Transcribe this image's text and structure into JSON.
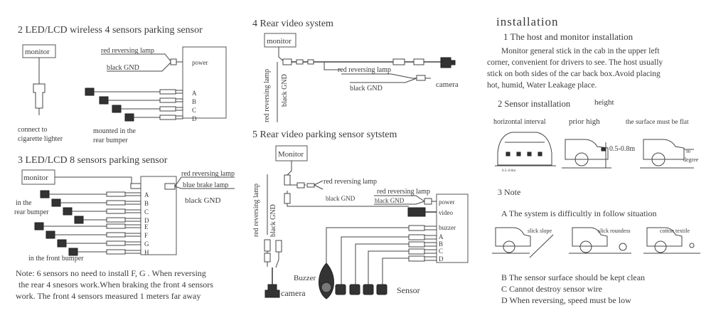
{
  "s2": {
    "title": "2 LED/LCD wireless 4 sensors parking sensor",
    "monitor": "monitor",
    "red_lamp": "red reversing lamp",
    "black_gnd": "black GND",
    "power": "power",
    "ports": [
      "A",
      "B",
      "C",
      "D"
    ],
    "connect_to": "connect to",
    "cigarette": "cigarette lighter",
    "mounted": "mounted in the",
    "rear_bumper": "rear bumper"
  },
  "s3": {
    "title": "3 LED/LCD 8 sensors parking sensor",
    "monitor": "monitor",
    "red_lamp": "red reversing lamp",
    "blue_brake": "blue brake lamp",
    "black_gnd": "black GND",
    "ports": [
      "A",
      "B",
      "C",
      "D",
      "E",
      "F",
      "G",
      "H"
    ],
    "in_the": "in the",
    "rear_bumper": "rear bumper",
    "front_bumper": "in the front bumper"
  },
  "note": {
    "line1": "Note: 6 sensors no need to install F, G . When reversing",
    "line2": "the rear 4 snesors work.When braking the front 4 sensors",
    "line3": "work. The front 4 sensors measured 1 meters far away"
  },
  "s4": {
    "title": "4 Rear video system",
    "monitor": "monitor",
    "red_lamp": "red reversing lamp",
    "black_gnd": "black GND",
    "camera": "camera",
    "vert_red": "red reversing lamp",
    "vert_black": "black GND"
  },
  "s5": {
    "title": "5 Rear video parking sensor sytstem",
    "monitor": "Monitor",
    "red_lamp_a": "red reversing lamp",
    "black_gnd_a": "black GND",
    "red_lamp_b": "red reversing lamp",
    "black_gnd_b": "black GND",
    "ports": [
      "power",
      "video",
      "buzzer",
      "A",
      "B",
      "C",
      "D"
    ],
    "vert_red": "red reversing lamp",
    "vert_black": "black GND",
    "buzzer": "Buzzer",
    "camera": "camera",
    "sensor": "Sensor"
  },
  "install": {
    "heading": "installation",
    "h1": "1 The host and monitor installation",
    "p1": "Monitor general stick in the cab in the upper left",
    "p2": "corner, convenient for drivers to see. The host usually",
    "p3": "stick on both sides of the car back box.Avoid placing",
    "p4": "hot, humid, Water Leakage place.",
    "h2": "2 Sensor installation",
    "height": "height",
    "horizontal": "horizontal interval",
    "prior": "prior high",
    "flat": "the surface must be flat",
    "dist": "0.5-0.8m",
    "small_dist": "0.5~0.6m",
    "deg90": "90",
    "degree": "degree",
    "h3": "3 Note",
    "a": "A The system is difficultly in follow situation",
    "slick_slope": "slick slope",
    "slick_roundess": "slick roundess",
    "cotton": "cotton textile",
    "b": "B The sensor surface should be kept clean",
    "c": "C Cannot destroy sensor wire",
    "d": "D When reversing, speed must be low"
  }
}
